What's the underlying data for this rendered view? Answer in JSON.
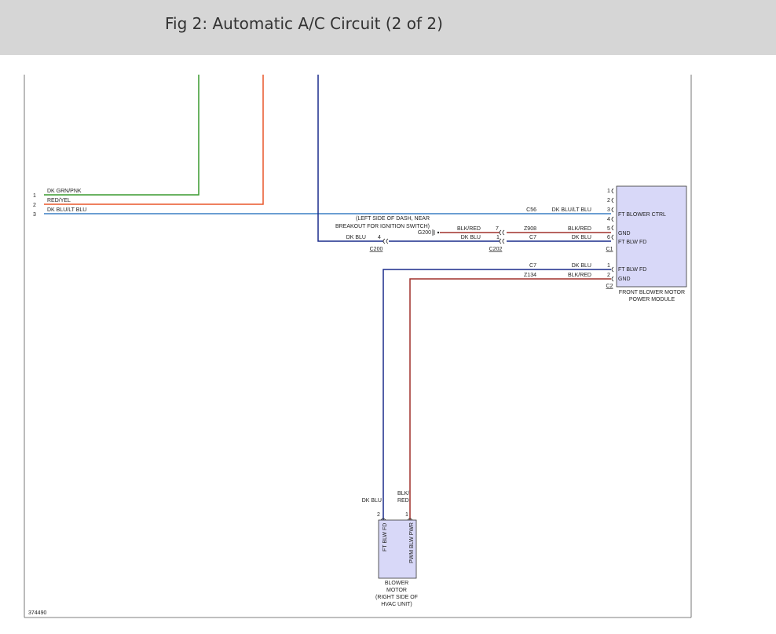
{
  "header": {
    "title": "Fig 2: Automatic A/C Circuit (2 of 2)"
  },
  "colors": {
    "dk_grn_pnk": "#3a9a2e",
    "red_yel": "#e8572a",
    "dk_blu_lt_blu": "#3a7fc4",
    "dk_blu": "#1a2c8c",
    "blk_red": "#a0302c",
    "module_fill": "#d8d8f8",
    "header_bg": "#d6d6d6"
  },
  "left_wires": [
    {
      "pin": "1",
      "label": "DK GRN/PNK"
    },
    {
      "pin": "2",
      "label": "RED/YEL"
    },
    {
      "pin": "3",
      "label": "DK BLU/LT BLU"
    }
  ],
  "notes": {
    "location_line1": "(LEFT SIDE OF DASH, NEAR",
    "location_line2": "BREAKOUT FOR IGNITION SWITCH)",
    "ground": "G200"
  },
  "connectors": {
    "c200": "C200",
    "c200_pin": "4",
    "c200_wire": "DK BLU",
    "c202": "C202",
    "c202_pin_top": "7",
    "c202_wire_top": "BLK/RED",
    "c202_pin_bot": "1",
    "c202_wire_bot": "DK BLU",
    "c1": "C1",
    "c2": "C2"
  },
  "c1_circuits": [
    {
      "circuit": "C56",
      "wire": "DK BLU/LT BLU",
      "pin": "3",
      "function": "FT BLOWER CTRL"
    },
    {
      "circuit": "Z908",
      "wire": "BLK/RED",
      "pin": "5",
      "function": "GND"
    },
    {
      "circuit": "C7",
      "wire": "DK BLU",
      "pin": "6",
      "function": "FT BLW FD"
    }
  ],
  "c1_unused_pins": [
    "1",
    "2",
    "4"
  ],
  "c2_circuits": [
    {
      "circuit": "C7",
      "wire": "DK BLU",
      "pin": "1",
      "function": "FT BLW FD"
    },
    {
      "circuit": "Z134",
      "wire": "BLK/RED",
      "pin": "2",
      "function": "GND"
    }
  ],
  "module": {
    "line1": "FRONT BLOWER MOTOR",
    "line2": "POWER MODULE"
  },
  "blower": {
    "pin_left": "2",
    "pin_right": "1",
    "wire_left": "DK BLU",
    "wire_right_1": "BLK/",
    "wire_right_2": "RED",
    "func_left": "FT BLW FD",
    "func_right": "PWM BLW PWR",
    "label1": "BLOWER",
    "label2": "MOTOR",
    "label3": "(RIGHT SIDE OF",
    "label4": "HVAC UNIT)"
  },
  "figure_id": "374490"
}
